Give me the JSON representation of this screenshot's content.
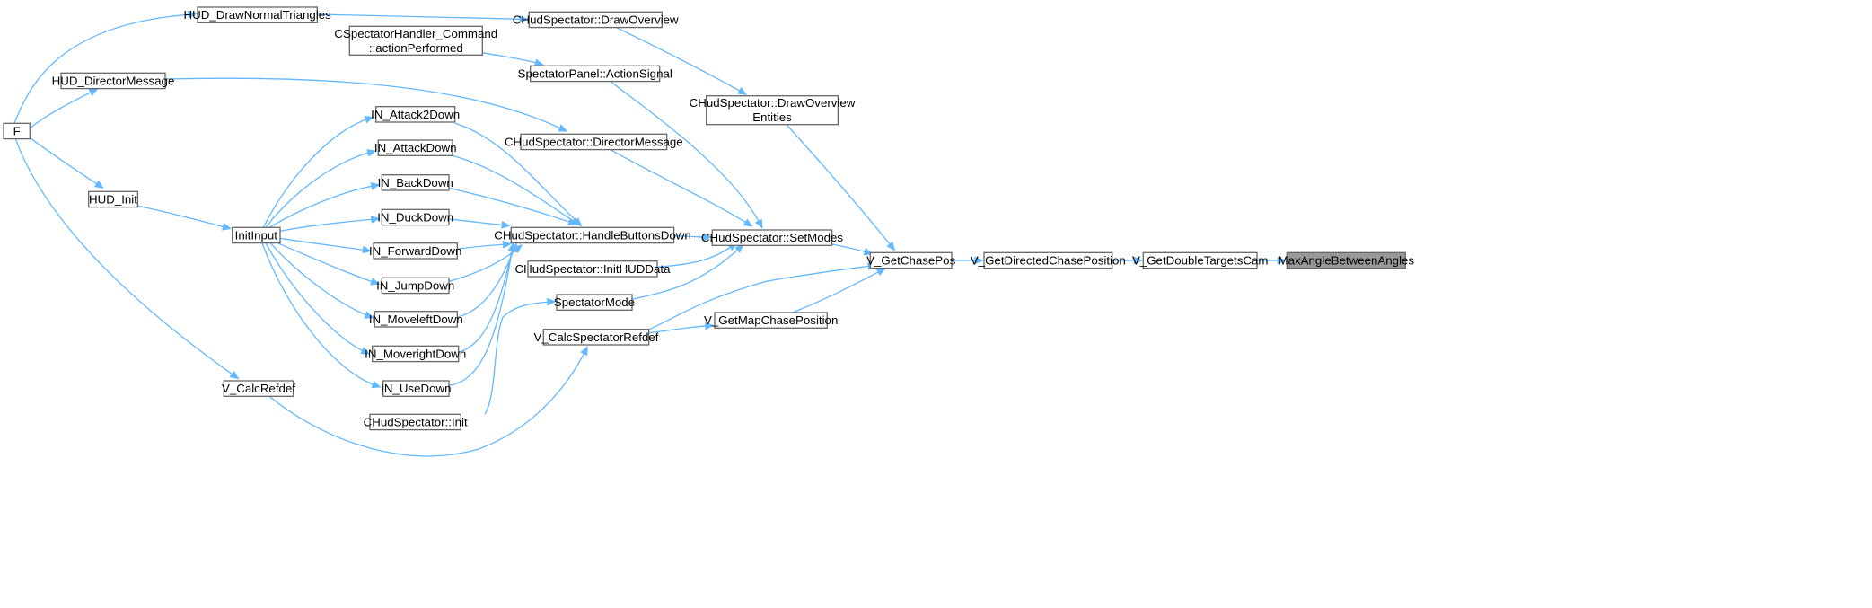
{
  "diagram": {
    "type": "call-graph",
    "nodes": [
      {
        "id": "MaxAngleBetweenAngles",
        "lines": [
          "MaxAngleBetweenAngles"
        ],
        "current": true
      },
      {
        "id": "V_GetDoubleTargetsCam",
        "lines": [
          "V_GetDoubleTargetsCam"
        ]
      },
      {
        "id": "V_GetDirectedChasePosition",
        "lines": [
          "V_GetDirectedChasePosition"
        ]
      },
      {
        "id": "V_GetChasePos",
        "lines": [
          "V_GetChasePos"
        ]
      },
      {
        "id": "CHudSpectator_DrawOverviewEntities",
        "lines": [
          "CHudSpectator::DrawOverview",
          "Entities"
        ]
      },
      {
        "id": "CHudSpectator_SetModes",
        "lines": [
          "CHudSpectator::SetModes"
        ]
      },
      {
        "id": "V_CalcSpectatorRefdef",
        "lines": [
          "V_CalcSpectatorRefdef"
        ]
      },
      {
        "id": "V_GetMapChasePosition",
        "lines": [
          "V_GetMapChasePosition"
        ]
      },
      {
        "id": "CHudSpectator_DrawOverview",
        "lines": [
          "CHudSpectator::DrawOverview"
        ]
      },
      {
        "id": "SpectatorPanel_ActionSignal",
        "lines": [
          "SpectatorPanel::ActionSignal"
        ]
      },
      {
        "id": "CHudSpectator_DirectorMessage",
        "lines": [
          "CHudSpectator::DirectorMessage"
        ]
      },
      {
        "id": "CHudSpectator_HandleButtonsDown",
        "lines": [
          "CHudSpectator::HandleButtonsDown"
        ]
      },
      {
        "id": "CHudSpectator_InitHUDData",
        "lines": [
          "CHudSpectator::InitHUDData"
        ]
      },
      {
        "id": "SpectatorMode",
        "lines": [
          "SpectatorMode"
        ]
      },
      {
        "id": "CSpectatorHandler_Command",
        "lines": [
          "CSpectatorHandler_Command",
          "::actionPerformed"
        ]
      },
      {
        "id": "HUD_DrawNormalTriangles",
        "lines": [
          "HUD_DrawNormalTriangles"
        ]
      },
      {
        "id": "HUD_DirectorMessage",
        "lines": [
          "HUD_DirectorMessage"
        ]
      },
      {
        "id": "IN_Attack2Down",
        "lines": [
          "IN_Attack2Down"
        ]
      },
      {
        "id": "IN_AttackDown",
        "lines": [
          "IN_AttackDown"
        ]
      },
      {
        "id": "IN_BackDown",
        "lines": [
          "IN_BackDown"
        ]
      },
      {
        "id": "IN_DuckDown",
        "lines": [
          "IN_DuckDown"
        ]
      },
      {
        "id": "IN_ForwardDown",
        "lines": [
          "IN_ForwardDown"
        ]
      },
      {
        "id": "IN_JumpDown",
        "lines": [
          "IN_JumpDown"
        ]
      },
      {
        "id": "IN_MoveleftDown",
        "lines": [
          "IN_MoveleftDown"
        ]
      },
      {
        "id": "IN_MoverightDown",
        "lines": [
          "IN_MoverightDown"
        ]
      },
      {
        "id": "IN_UseDown",
        "lines": [
          "IN_UseDown"
        ]
      },
      {
        "id": "CHudSpectator_Init",
        "lines": [
          "CHudSpectator::Init"
        ]
      },
      {
        "id": "InitInput",
        "lines": [
          "InitInput"
        ]
      },
      {
        "id": "HUD_Init",
        "lines": [
          "HUD_Init"
        ]
      },
      {
        "id": "V_CalcRefdef",
        "lines": [
          "V_CalcRefdef"
        ]
      },
      {
        "id": "F",
        "lines": [
          "F"
        ]
      }
    ],
    "edges": [
      {
        "from": "V_GetDoubleTargetsCam",
        "to": "MaxAngleBetweenAngles"
      },
      {
        "from": "V_GetDirectedChasePosition",
        "to": "V_GetDoubleTargetsCam"
      },
      {
        "from": "V_GetChasePos",
        "to": "V_GetDirectedChasePosition"
      },
      {
        "from": "CHudSpectator_DrawOverviewEntities",
        "to": "V_GetChasePos"
      },
      {
        "from": "CHudSpectator_SetModes",
        "to": "V_GetChasePos"
      },
      {
        "from": "V_CalcSpectatorRefdef",
        "to": "V_GetChasePos"
      },
      {
        "from": "V_GetMapChasePosition",
        "to": "V_GetChasePos"
      },
      {
        "from": "CHudSpectator_DrawOverview",
        "to": "CHudSpectator_DrawOverviewEntities"
      },
      {
        "from": "SpectatorPanel_ActionSignal",
        "to": "CHudSpectator_SetModes"
      },
      {
        "from": "CHudSpectator_DirectorMessage",
        "to": "CHudSpectator_SetModes"
      },
      {
        "from": "CHudSpectator_HandleButtonsDown",
        "to": "CHudSpectator_SetModes"
      },
      {
        "from": "CHudSpectator_InitHUDData",
        "to": "CHudSpectator_SetModes"
      },
      {
        "from": "SpectatorMode",
        "to": "CHudSpectator_SetModes"
      },
      {
        "from": "V_CalcSpectatorRefdef",
        "to": "V_GetMapChasePosition"
      },
      {
        "from": "HUD_DrawNormalTriangles",
        "to": "CHudSpectator_DrawOverview"
      },
      {
        "from": "CSpectatorHandler_Command",
        "to": "SpectatorPanel_ActionSignal"
      },
      {
        "from": "HUD_DirectorMessage",
        "to": "CHudSpectator_DirectorMessage"
      },
      {
        "from": "IN_Attack2Down",
        "to": "CHudSpectator_HandleButtonsDown"
      },
      {
        "from": "IN_AttackDown",
        "to": "CHudSpectator_HandleButtonsDown"
      },
      {
        "from": "IN_BackDown",
        "to": "CHudSpectator_HandleButtonsDown"
      },
      {
        "from": "IN_DuckDown",
        "to": "CHudSpectator_HandleButtonsDown"
      },
      {
        "from": "IN_ForwardDown",
        "to": "CHudSpectator_HandleButtonsDown"
      },
      {
        "from": "IN_JumpDown",
        "to": "CHudSpectator_HandleButtonsDown"
      },
      {
        "from": "IN_MoveleftDown",
        "to": "CHudSpectator_HandleButtonsDown"
      },
      {
        "from": "IN_MoverightDown",
        "to": "CHudSpectator_HandleButtonsDown"
      },
      {
        "from": "IN_UseDown",
        "to": "CHudSpectator_HandleButtonsDown"
      },
      {
        "from": "CHudSpectator_Init",
        "to": "SpectatorMode"
      },
      {
        "from": "V_CalcRefdef",
        "to": "V_CalcSpectatorRefdef"
      },
      {
        "from": "InitInput",
        "to": "IN_Attack2Down"
      },
      {
        "from": "InitInput",
        "to": "IN_AttackDown"
      },
      {
        "from": "InitInput",
        "to": "IN_BackDown"
      },
      {
        "from": "InitInput",
        "to": "IN_DuckDown"
      },
      {
        "from": "InitInput",
        "to": "IN_ForwardDown"
      },
      {
        "from": "InitInput",
        "to": "IN_JumpDown"
      },
      {
        "from": "InitInput",
        "to": "IN_MoveleftDown"
      },
      {
        "from": "InitInput",
        "to": "IN_MoverightDown"
      },
      {
        "from": "InitInput",
        "to": "IN_UseDown"
      },
      {
        "from": "HUD_Init",
        "to": "InitInput"
      },
      {
        "from": "F",
        "to": "HUD_DrawNormalTriangles"
      },
      {
        "from": "F",
        "to": "HUD_DirectorMessage"
      },
      {
        "from": "F",
        "to": "HUD_Init"
      },
      {
        "from": "F",
        "to": "V_CalcRefdef"
      }
    ],
    "colors": {
      "edge": "#63b8ff",
      "node_border": "#666666",
      "node_fill": "#ffffff",
      "current_node_fill": "#999999"
    }
  }
}
